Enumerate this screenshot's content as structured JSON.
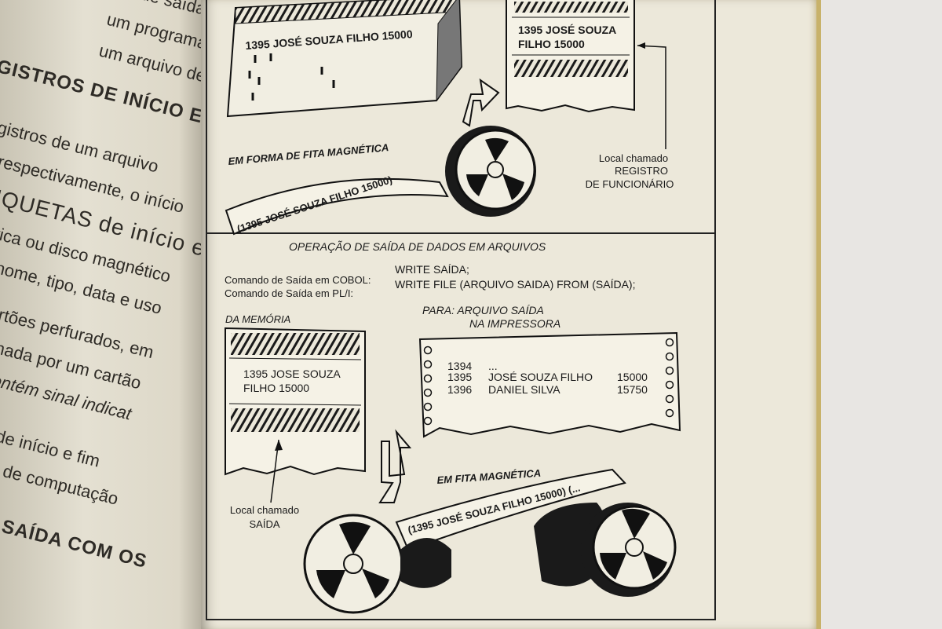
{
  "left_page": {
    "lines": [
      "ivo de saída (",
      "um programa",
      "um arquivo de",
      "GISTROS DE INÍCIO E DE",
      "registros de um arquivo",
      "ar, respectivamente, o início",
      "ETIQUETAS de início e fim",
      "agnética ou disco magnético",
      "es do nome, tipo, data e uso",
      "s por cartões perfurados, em",
      "uivo, formada por um cartão",
      "ão, que contém sinal indicat",
      "s etiquetas de início e fim",
      "s pelo centro de computação",
      "RADA E DE SAÍDA COM OS"
    ]
  },
  "top_panel": {
    "card_text": "1395 JOSÉ SOUZA FILHO 15000",
    "register_text_line1": "1395 JOSÉ SOUZA",
    "register_text_line2": "FILHO 15000",
    "tape_caption": "EM FORMA DE FITA MAGNÉTICA",
    "tape_text": "(1395 JOSÉ SOUZA FILHO 15000)",
    "location_label_line1": "Local chamado",
    "location_label_line2": "REGISTRO",
    "location_label_line3": "DE FUNCIONÁRIO"
  },
  "bottom_panel": {
    "title": "OPERAÇÃO DE SAÍDA DE DADOS EM ARQUIVOS",
    "cobol_label": "Comando de Saída em COBOL:",
    "cobol_command": "WRITE SAÍDA;",
    "pli_label": "Comando de Saída em PL/I:",
    "pli_command": "WRITE FILE (ARQUIVO SAIDA) FROM (SAÍDA);",
    "memory_label": "DA MEMÓRIA",
    "memory_text_line1": "1395 JOSE SOUZA",
    "memory_text_line2": "FILHO 15000",
    "dest_label_line1": "PARA:  ARQUIVO SAÍDA",
    "dest_label_line2": "NA IMPRESSORA",
    "printout": [
      {
        "num": "1394",
        "name": "...",
        "value": ""
      },
      {
        "num": "1395",
        "name": "JOSÉ SOUZA FILHO",
        "value": "15000"
      },
      {
        "num": "1396",
        "name": "DANIEL SILVA",
        "value": "15750"
      }
    ],
    "tape_caption": "EM FITA MAGNÉTICA",
    "tape_text": "(1395 JOSÉ SOUZA FILHO 15000) (...",
    "location_label_line1": "Local chamado",
    "location_label_line2": "SAÍDA"
  },
  "colors": {
    "paper": "#ece8da",
    "ink": "#1a1a1a",
    "background": "#e8e6e3"
  }
}
